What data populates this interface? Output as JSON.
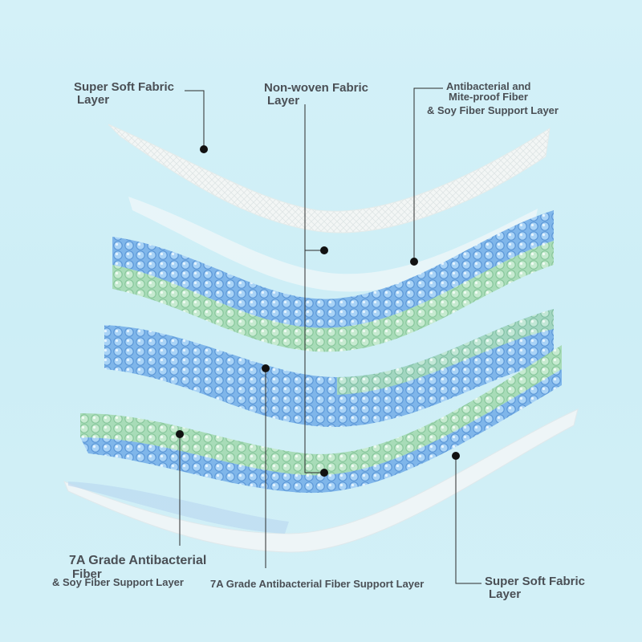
{
  "labels": {
    "super_soft_top_1": "Super Soft Fabric",
    "super_soft_top_2": "Layer",
    "nonwoven_1": "Non-woven Fabric",
    "nonwoven_2": "Layer",
    "antibac_mite_1": "Antibacterial and",
    "antibac_mite_2": "Mite-proof Fiber",
    "antibac_mite_3": "& Soy Fiber Support Layer",
    "grade7a_left_1": "7A Grade Antibacterial",
    "grade7a_left_2": "Fiber",
    "grade7a_left_3": "& Soy Fiber Support Layer",
    "grade7a_center": "7A Grade Antibacterial Fiber Support Layer",
    "super_soft_bottom_1": "Super Soft Fabric",
    "super_soft_bottom_2": "Layer"
  },
  "colors": {
    "background": "#cdeef6",
    "fiber_blue": "#6aa8e6",
    "fiber_green": "#9fd9b0",
    "fabric_white": "#f4f6f4",
    "leader_line": "#2b2b2b",
    "label_text": "#4a4f55"
  }
}
